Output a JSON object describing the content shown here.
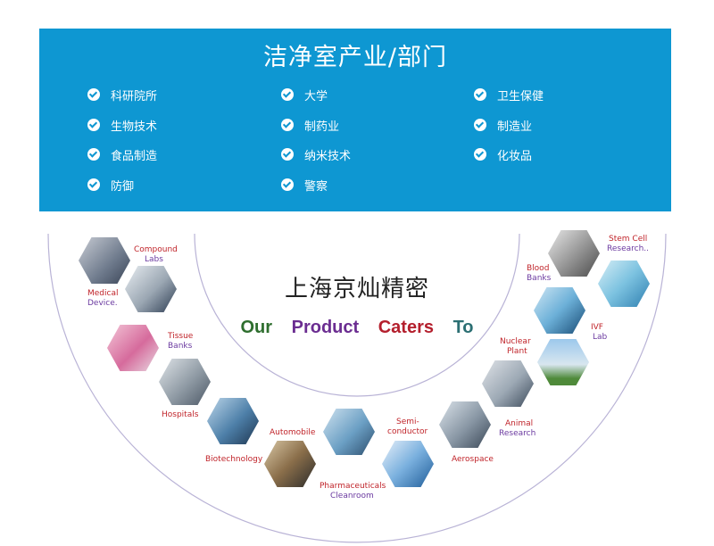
{
  "panel": {
    "title": "洁净室产业/部门",
    "items": [
      {
        "label": "科研院所"
      },
      {
        "label": "大学"
      },
      {
        "label": "卫生保健"
      },
      {
        "label": "生物技术"
      },
      {
        "label": "制药业"
      },
      {
        "label": "制造业"
      },
      {
        "label": "食品制造"
      },
      {
        "label": "纳米技术"
      },
      {
        "label": "化妆品"
      },
      {
        "label": "防御"
      },
      {
        "label": "警察"
      }
    ]
  },
  "brand": "上海京灿精密",
  "tagline": [
    {
      "word": "Our",
      "color": "#2e6e2e"
    },
    {
      "word": "Product",
      "color": "#6b2d91"
    },
    {
      "word": "Caters",
      "color": "#b41f2d"
    },
    {
      "word": "To",
      "color": "#2b6f73"
    }
  ],
  "sectors": {
    "compound_1": "Compound",
    "compound_2": "Labs",
    "medical_1": "Medical",
    "medical_2": "Device.",
    "tissue_1": "Tissue",
    "tissue_2": "Banks",
    "hospitals": "Hospitals",
    "biotech": "Biotechnology",
    "automobile": "Automobile",
    "pharma_1": "Pharmaceuticals",
    "pharma_2": "Cleanroom",
    "semi_1": "Semi-",
    "semi_2": "conductor",
    "aerospace": "Aerospace",
    "animal_1": "Animal",
    "animal_2": "Research",
    "nuclear_1": "Nuclear",
    "nuclear_2": "Plant",
    "ivf_1": "IVF",
    "ivf_2": "Lab",
    "blood_1": "Blood",
    "blood_2": "Banks",
    "stem_1": "Stem Cell",
    "stem_2": "Research.."
  },
  "colors": {
    "panel": "#0e97d2",
    "label_red": "#c0242a",
    "label_purple": "#6b3aa0"
  }
}
